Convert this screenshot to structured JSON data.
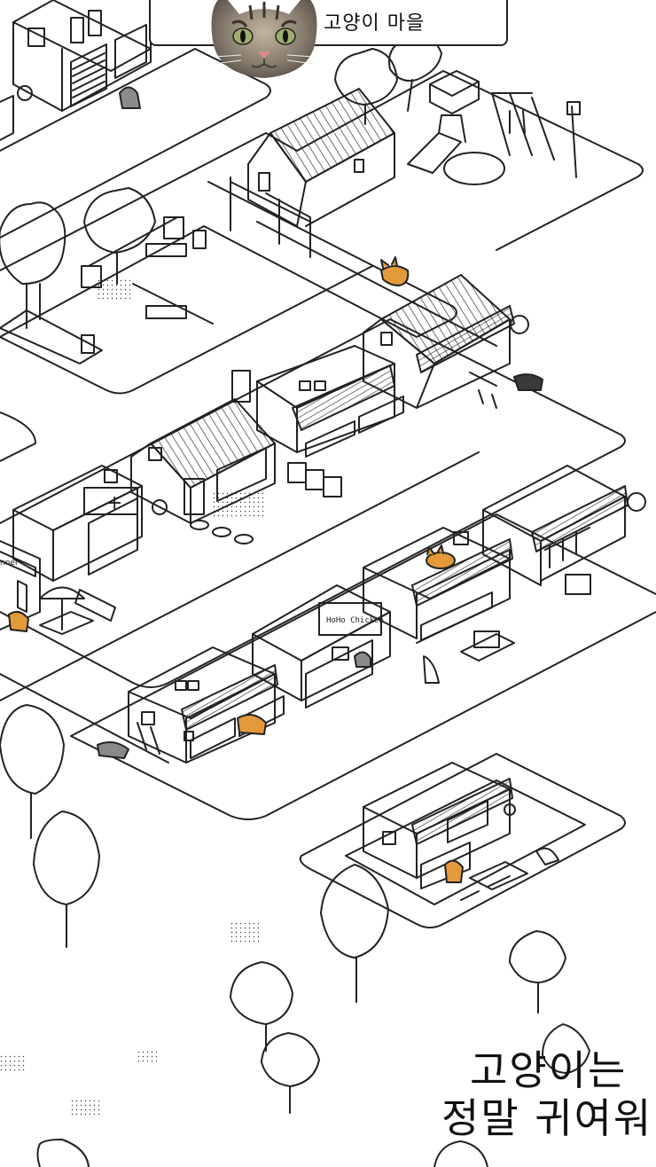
{
  "header": {
    "title": "고양이 마을",
    "avatar_icon": "cat-face-avatar"
  },
  "caption": {
    "line1": "고양이는",
    "line2": "정말 귀여워"
  },
  "signs": {
    "chicken_sign": "HoHo Chicken",
    "pharmacy_sign": "+",
    "bakery_sign": "nner"
  },
  "colors": {
    "line": "#222222",
    "background": "#ffffff",
    "cat_orange": "#e39a3b",
    "cat_grey": "#8a8a8a",
    "cat_dark": "#3a3a3a"
  }
}
